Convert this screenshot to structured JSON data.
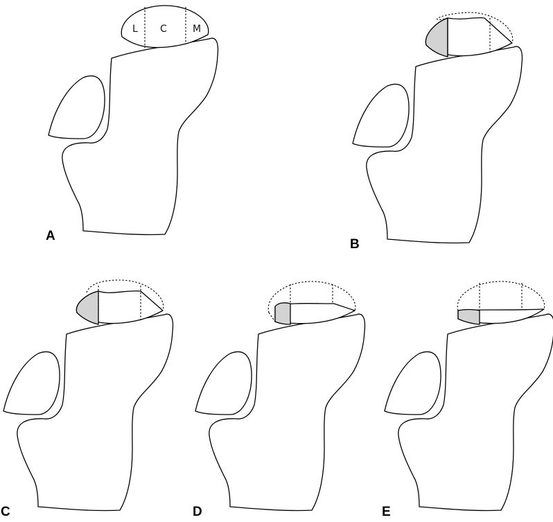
{
  "panels": [
    {
      "id": "A",
      "label": "A"
    },
    {
      "id": "B",
      "label": "B"
    },
    {
      "id": "C",
      "label": "C"
    },
    {
      "id": "D",
      "label": "D"
    },
    {
      "id": "E",
      "label": "E"
    }
  ],
  "zones": {
    "lateral": "L",
    "central": "C",
    "medial": "M"
  },
  "colors": {
    "stroke": "#000000",
    "shaded_fragment": "#d3d3d3",
    "background": "#ffffff"
  }
}
